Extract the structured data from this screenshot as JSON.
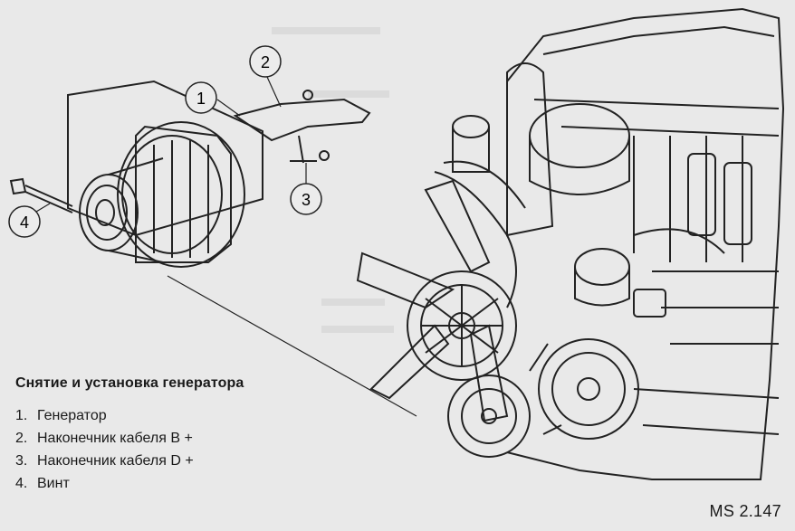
{
  "callouts": [
    {
      "number": "1"
    },
    {
      "number": "2"
    },
    {
      "number": "3"
    },
    {
      "number": "4"
    }
  ],
  "legend": {
    "title": "Снятие и установка генератора",
    "items": [
      {
        "num": "1.",
        "label": "Генератор"
      },
      {
        "num": "2.",
        "label": "Наконечник кабеля В +"
      },
      {
        "num": "3.",
        "label": "Наконечник кабеля D +"
      },
      {
        "num": "4.",
        "label": "Винт"
      }
    ]
  },
  "figure_code": "MS 2.147",
  "colors": {
    "background": "#e9e9e9",
    "ink": "#1a1a1a",
    "line": "#222222"
  }
}
